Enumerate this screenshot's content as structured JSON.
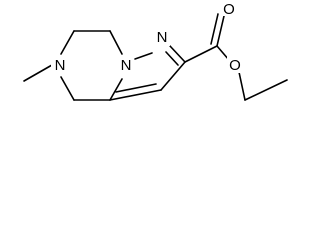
{
  "molecule": {
    "atoms": {
      "n1": "N",
      "n2": "N",
      "n3": "N",
      "o_carbonyl": "O",
      "o_ester": "O"
    }
  },
  "colors": {
    "line": "#000000",
    "background": "#ffffff"
  }
}
